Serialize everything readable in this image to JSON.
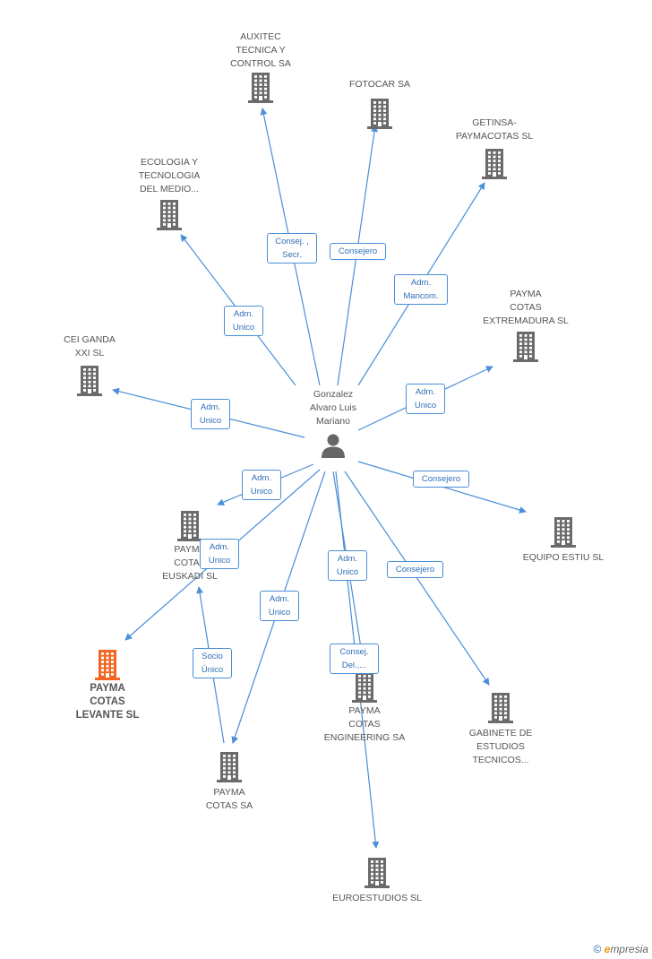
{
  "center": {
    "name": "Gonzalez\nAlvaro Luis\nMariano"
  },
  "companies": [
    {
      "id": "auxitec",
      "name": "AUXITEC\nTECNICA Y\nCONTROL SA",
      "highlight": false
    },
    {
      "id": "fotocar",
      "name": "FOTOCAR SA",
      "highlight": false
    },
    {
      "id": "getinsa",
      "name": "GETINSA-\nPAYMACOTAS SL",
      "highlight": false
    },
    {
      "id": "ecologia",
      "name": "ECOLOGIA Y\nTECNOLOGIA\nDEL MEDIO...",
      "highlight": false
    },
    {
      "id": "extremadura",
      "name": "PAYMA\nCOTAS\nEXTREMADURA SL",
      "highlight": false
    },
    {
      "id": "ceiganda",
      "name": "CEI GANDA\nXXI SL",
      "highlight": false
    },
    {
      "id": "estiu",
      "name": "EQUIPO ESTIU SL",
      "highlight": false
    },
    {
      "id": "euskadi",
      "name": "PAYMA\nCOTAS\nEUSKADI SL",
      "highlight": false
    },
    {
      "id": "levante",
      "name": "PAYMA\nCOTAS\nLEVANTE SL",
      "highlight": true
    },
    {
      "id": "engineering",
      "name": "PAYMA\nCOTAS\nENGINEERING SA",
      "highlight": false
    },
    {
      "id": "gabinete",
      "name": "GABINETE DE\nESTUDIOS\nTECNICOS...",
      "highlight": false
    },
    {
      "id": "paymasa",
      "name": "PAYMA\nCOTAS SA",
      "highlight": false
    },
    {
      "id": "euroestudios",
      "name": "EUROESTUDIOS SL",
      "highlight": false
    }
  ],
  "relations": [
    {
      "id": "r-auxitec",
      "label": "Consej. ,\nSecr."
    },
    {
      "id": "r-fotocar",
      "label": "Consejero"
    },
    {
      "id": "r-getinsa",
      "label": "Adm.\nMancom."
    },
    {
      "id": "r-ecologia",
      "label": "Adm.\nUnico"
    },
    {
      "id": "r-extremadura",
      "label": "Adm.\nUnico"
    },
    {
      "id": "r-ceiganda",
      "label": "Adm.\nUnico"
    },
    {
      "id": "r-euskadi",
      "label": "Adm.\nUnico"
    },
    {
      "id": "r-estiu",
      "label": "Consejero"
    },
    {
      "id": "r-levante",
      "label": "Adm.\nUnico"
    },
    {
      "id": "r-engineering",
      "label": "Adm.\nUnico"
    },
    {
      "id": "r-gabinete",
      "label": "Consejero"
    },
    {
      "id": "r-paymasa",
      "label": "Adm.\nUnico"
    },
    {
      "id": "r-socio",
      "label": "Socio\nÚnico"
    },
    {
      "id": "r-euroestudios",
      "label": "Consej.\nDel.,..."
    }
  ],
  "colors": {
    "edge": "#4a8fd8",
    "building": "#6b6b6b",
    "highlight": "#f26522",
    "person": "#666666"
  },
  "footer": {
    "copyright": "©",
    "brand_e": "e",
    "brand_rest": "mpresia"
  }
}
